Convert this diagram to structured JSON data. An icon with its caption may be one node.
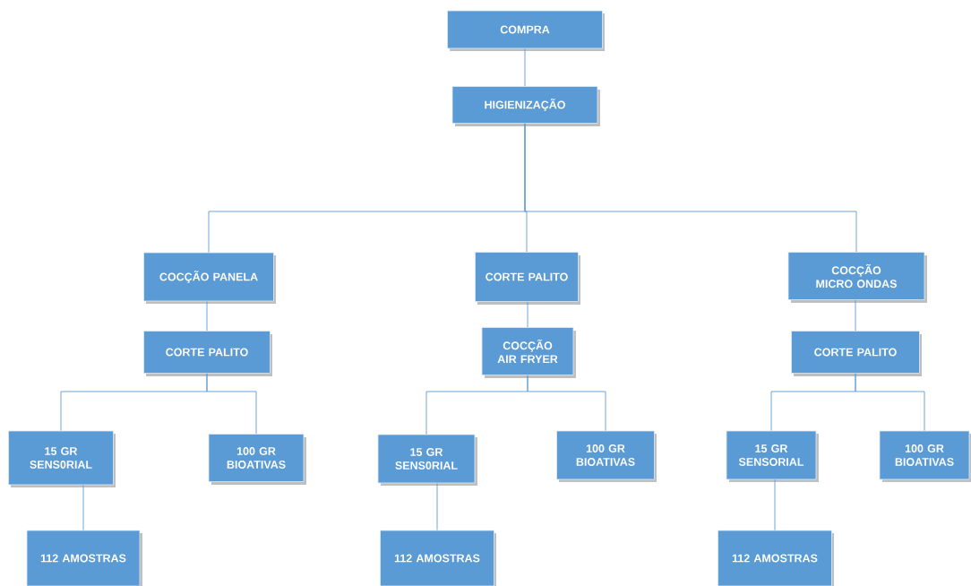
{
  "diagram": {
    "nodes": [
      {
        "text": [
          "COMPRA"
        ]
      },
      {
        "text": [
          "HIGIENIZAÇÃO"
        ]
      },
      {
        "text": [
          "COCÇÃO PANELA"
        ]
      },
      {
        "text": [
          "CORTE PALITO"
        ]
      },
      {
        "text": [
          "COCÇÃO MICRO ONDAS"
        ]
      },
      {
        "text": [
          "CORTE PALITO"
        ]
      },
      {
        "text": [
          "COCÇÃO AIR FRYER"
        ]
      },
      {
        "text": [
          "CORTE PALITO"
        ]
      },
      {
        "text": [
          "15 GR SENS0RIAL"
        ]
      },
      {
        "text": [
          "100 GR BIOATIVAS"
        ]
      },
      {
        "text": [
          "15 GR SENS0RIAL"
        ]
      },
      {
        "text": [
          "100 GR BIOATIVAS"
        ]
      },
      {
        "text": [
          "15 GR SENSORIAL"
        ]
      },
      {
        "text": [
          "100 GR BIOATIVAS"
        ]
      },
      {
        "text": [
          "112 AMOSTRAS"
        ]
      },
      {
        "text": [
          "112 AMOSTRAS"
        ]
      },
      {
        "text": [
          "112 AMOSTRAS"
        ]
      }
    ],
    "edges": [
      {
        "from": 0,
        "to": 1,
        "arrow": "none"
      },
      {
        "from": 1,
        "to": 2,
        "arrow": "none"
      },
      {
        "from": 1,
        "to": 3,
        "arrow": "none"
      },
      {
        "from": 1,
        "to": 4,
        "arrow": "none"
      },
      {
        "from": 2,
        "to": 5,
        "arrow": "none"
      },
      {
        "from": 3,
        "to": 6,
        "arrow": "none"
      },
      {
        "from": 4,
        "to": 7,
        "arrow": "none"
      },
      {
        "from": 5,
        "to": 8,
        "arrow": "none"
      },
      {
        "from": 5,
        "to": 9,
        "arrow": "none"
      },
      {
        "from": 6,
        "to": 10,
        "arrow": "none"
      },
      {
        "from": 6,
        "to": 11,
        "arrow": "none"
      },
      {
        "from": 7,
        "to": 12,
        "arrow": "none"
      },
      {
        "from": 7,
        "to": 13,
        "arrow": "none"
      },
      {
        "from": 8,
        "to": 14,
        "arrow": "none"
      },
      {
        "from": 10,
        "to": 15,
        "arrow": "none"
      },
      {
        "from": 12,
        "to": 16,
        "arrow": "none"
      }
    ]
  }
}
